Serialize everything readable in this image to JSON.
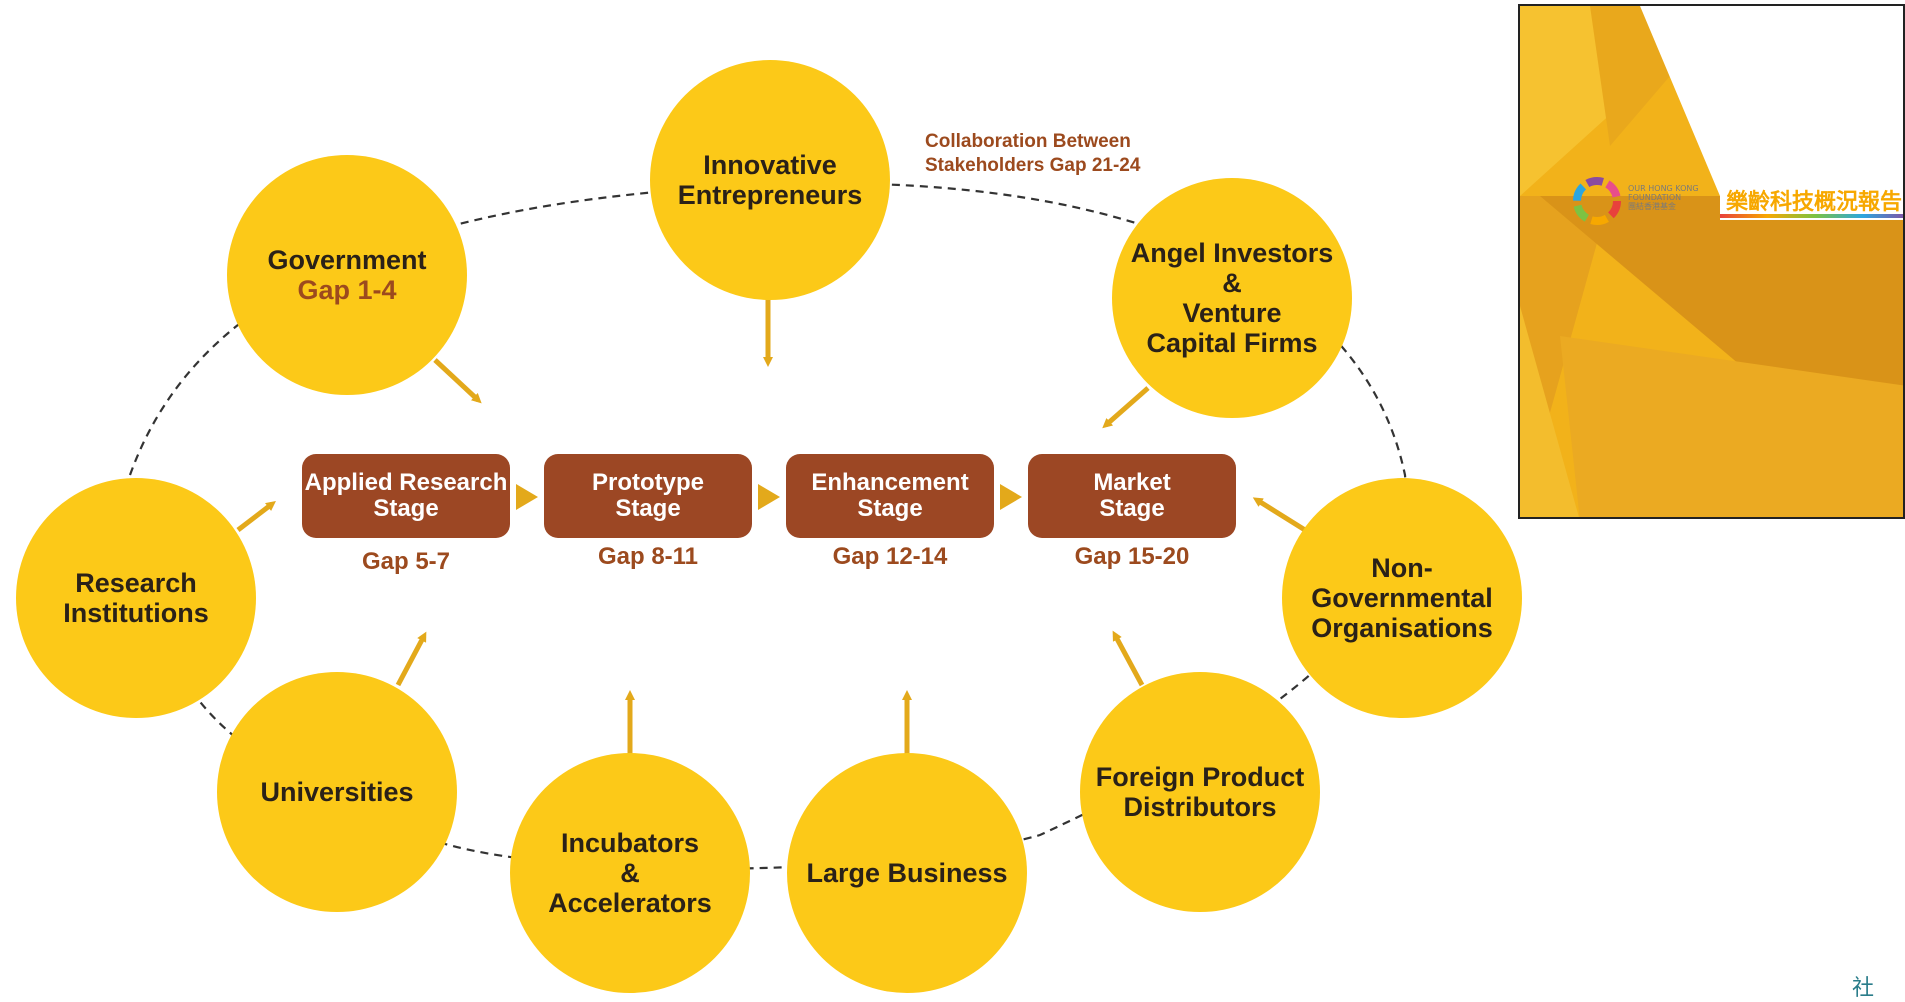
{
  "collaboration": {
    "line1": "Collaboration Between",
    "line2": "Stakeholders Gap 21-24"
  },
  "stakeholders": {
    "innovative_entrepreneurs": [
      "Innovative",
      "Entrepreneurs"
    ],
    "government": {
      "label": "Government",
      "gap": "Gap 1-4"
    },
    "angel_investors": [
      "Angel Investors",
      "&",
      "Venture",
      "Capital Firms"
    ],
    "research_institutions": [
      "Research",
      "Institutions"
    ],
    "non_governmental": [
      "Non-",
      "Governmental",
      "Organisations"
    ],
    "universities": "Universities",
    "incubators": [
      "Incubators",
      "&",
      "Accelerators"
    ],
    "large_business": "Large Business",
    "foreign_distributors": [
      "Foreign Product",
      "Distributors"
    ]
  },
  "stages": [
    {
      "line1": "Applied Research",
      "line2": "Stage",
      "gap": "Gap 5-7"
    },
    {
      "line1": "Prototype",
      "line2": "Stage",
      "gap": "Gap 8-11"
    },
    {
      "line1": "Enhancement",
      "line2": "Stage",
      "gap": "Gap 12-14"
    },
    {
      "line1": "Market",
      "line2": "Stage",
      "gap": "Gap 15-20"
    }
  ],
  "report_cover": {
    "title": "樂齡科技概況報告",
    "foundation_en_line1": "OUR HONG KONG",
    "foundation_en_line2": "FOUNDATION",
    "foundation_zh": "團結香港基金"
  },
  "corner_glyph": "社",
  "colors": {
    "circle_fill": "#FCC918",
    "stage_fill": "#9C4724",
    "gap_text": "#9C4A1E",
    "arrow": "#E3A91B",
    "cover_bg": "#F2B21A",
    "cover_title": "#F7A800"
  }
}
